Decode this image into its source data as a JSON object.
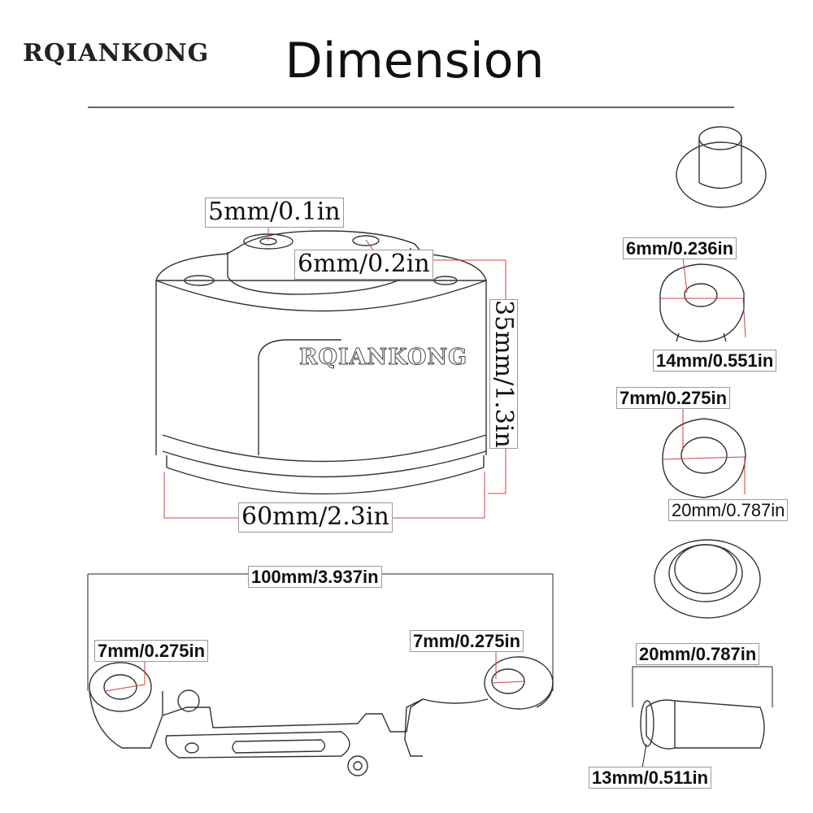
{
  "header": {
    "brand": "RQIANKONG",
    "title": "Dimension"
  },
  "reservoir": {
    "engraving": "RQIANKONG",
    "top_hole": "5mm/0.1in",
    "side_hole": "6mm/0.2in",
    "height": "35mm/1.3in",
    "width": "60mm/2.3in"
  },
  "bracket": {
    "length": "100mm/3.937in",
    "left_hole": "7mm/0.275in",
    "right_hole": "7mm/0.275in"
  },
  "parts": {
    "washer_small_inner": "6mm/0.236in",
    "washer_small_outer": "14mm/0.551in",
    "washer_large_inner": "7mm/0.275in",
    "washer_large_outer": "20mm/0.787in",
    "spacer_length": "20mm/0.787in",
    "spacer_diameter": "13mm/0.511in"
  },
  "colors": {
    "outline": "#333333",
    "dimension_line": "#d04040",
    "label_border": "#9a9a9a"
  }
}
